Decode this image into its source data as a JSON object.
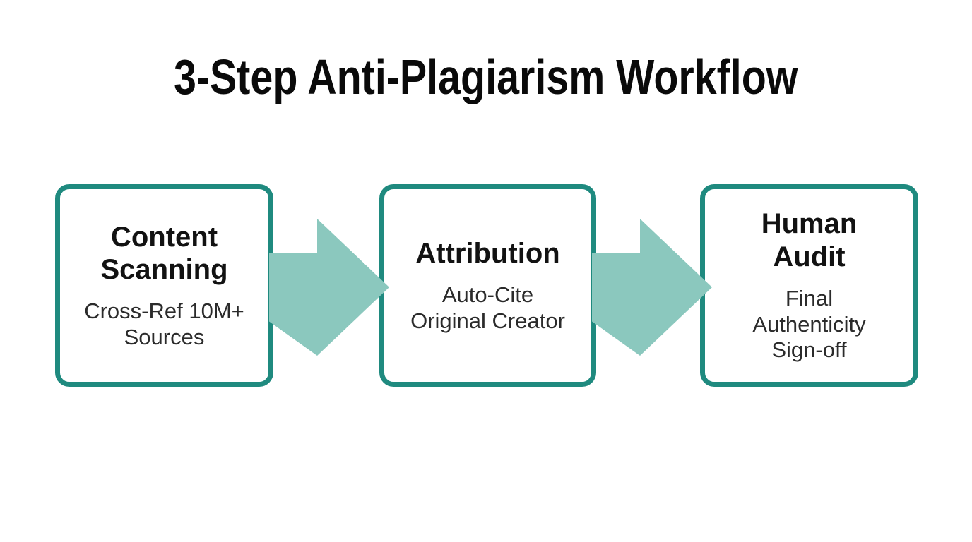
{
  "title": "3-Step Anti-Plagiarism Workflow",
  "colors": {
    "background": "#ffffff",
    "box_border": "#1f8a7f",
    "arrow_fill": "#8bc8be",
    "title_text": "#0a0a0a",
    "step_title_text": "#121212",
    "step_subtitle_text": "#2b2b2b"
  },
  "steps": [
    {
      "title": "Content\nScanning",
      "subtitle": "Cross-Ref 10M+\nSources"
    },
    {
      "title": "Attribution",
      "subtitle": "Auto-Cite\nOriginal Creator"
    },
    {
      "title": "Human\nAudit",
      "subtitle": "Final\nAuthenticity\nSign-off"
    }
  ],
  "arrows": [
    {
      "icon": "thick-right-arrow"
    },
    {
      "icon": "thick-right-arrow"
    }
  ]
}
